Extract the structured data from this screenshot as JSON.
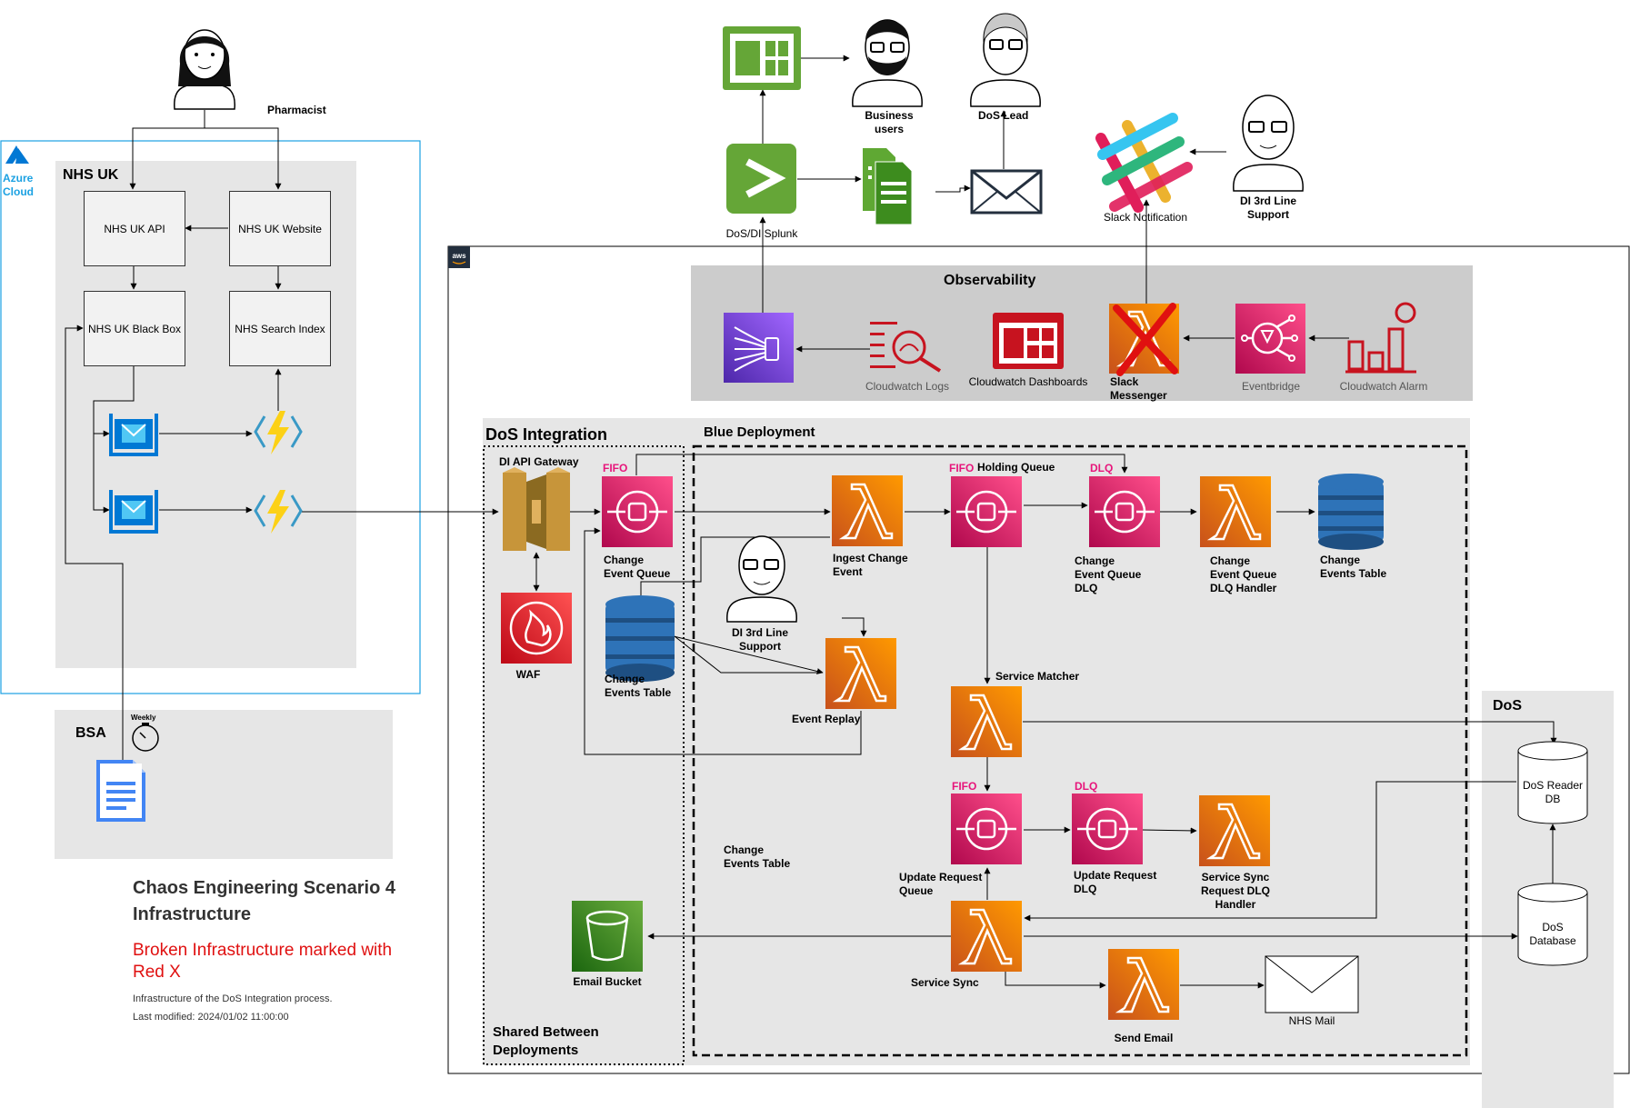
{
  "people": {
    "pharmacist": "Pharmacist",
    "business_users": "Business\nusers",
    "dos_lead": "DoS Lead",
    "di_3rd_line_support": "DI 3rd Line\nSupport"
  },
  "azure": {
    "title": "Azure\nCloud",
    "nhs_uk_group": "NHS UK",
    "nhs_uk_api": "NHS UK API",
    "nhs_uk_website": "NHS UK Website",
    "nhs_uk_black_box": "NHS UK Black Box",
    "nhs_search_index": "NHS Search Index"
  },
  "bsa": {
    "title": "BSA",
    "schedule": "Weekly"
  },
  "external": {
    "splunk": "DoS/DI Splunk",
    "slack_notification": "Slack Notification"
  },
  "observability": {
    "title": "Observability",
    "cloudwatch_logs": "Cloudwatch Logs",
    "cloudwatch_dashboards": "Cloudwatch Dashboards",
    "slack_messenger": "Slack\nMessenger",
    "eventbridge": "Eventbridge",
    "cloudwatch_alarm": "Cloudwatch Alarm"
  },
  "dos_integration": {
    "title": "DoS Integration",
    "shared": "Shared Between\nDeployments",
    "api_gateway": "DI API Gateway",
    "waf": "WAF",
    "fifo": "FIFO",
    "dlq": "DLQ",
    "change_event_queue": "Change\nEvent Queue",
    "change_events_table_shared": "Change\nEvents Table",
    "email_bucket": "Email Bucket",
    "blue_title": "Blue Deployment",
    "ingest_change_event": "Ingest Change\nEvent",
    "holding_queue": "Holding Queue",
    "change_event_queue_dlq": "Change\nEvent Queue\nDLQ",
    "change_event_queue_dlq_handler": "Change\nEvent Queue\nDLQ Handler",
    "change_events_table_blue": "Change\nEvents Table",
    "change_events_table_note": "Change\nEvents Table",
    "di_support": "DI 3rd Line\nSupport",
    "event_replay": "Event Replay",
    "service_matcher": "Service Matcher",
    "update_request_queue": "Update Request\nQueue",
    "update_request_dlq": "Update Request\nDLQ",
    "service_sync_dlq_handler": "Service Sync\nRequest DLQ\nHandler",
    "service_sync": "Service Sync",
    "send_email": "Send Email",
    "nhs_mail": "NHS Mail"
  },
  "dos": {
    "title": "DoS",
    "reader_db": "DoS Reader\nDB",
    "database": "DoS\nDatabase"
  },
  "caption": {
    "title": "Chaos Engineering Scenario 4\nInfrastructure",
    "broken": "Broken Infrastructure marked with\nRed X",
    "description": "Infrastructure of the DoS Integration process.",
    "modified": "Last modified: 2024/01/02 11:00:00"
  },
  "colors": {
    "azure_border": "#1ba1e2",
    "group_fill": "#e6e6e6",
    "sqs_pink": "#e7157b",
    "lambda_orange": "#ed7100",
    "dynamo_blue": "#2e73b8",
    "s3_green": "#3f8624",
    "kinesis_purple": "#8c4fff",
    "alarm_red": "#c7131f",
    "splunk_green": "#65a637",
    "broken_red": "#e01010"
  }
}
